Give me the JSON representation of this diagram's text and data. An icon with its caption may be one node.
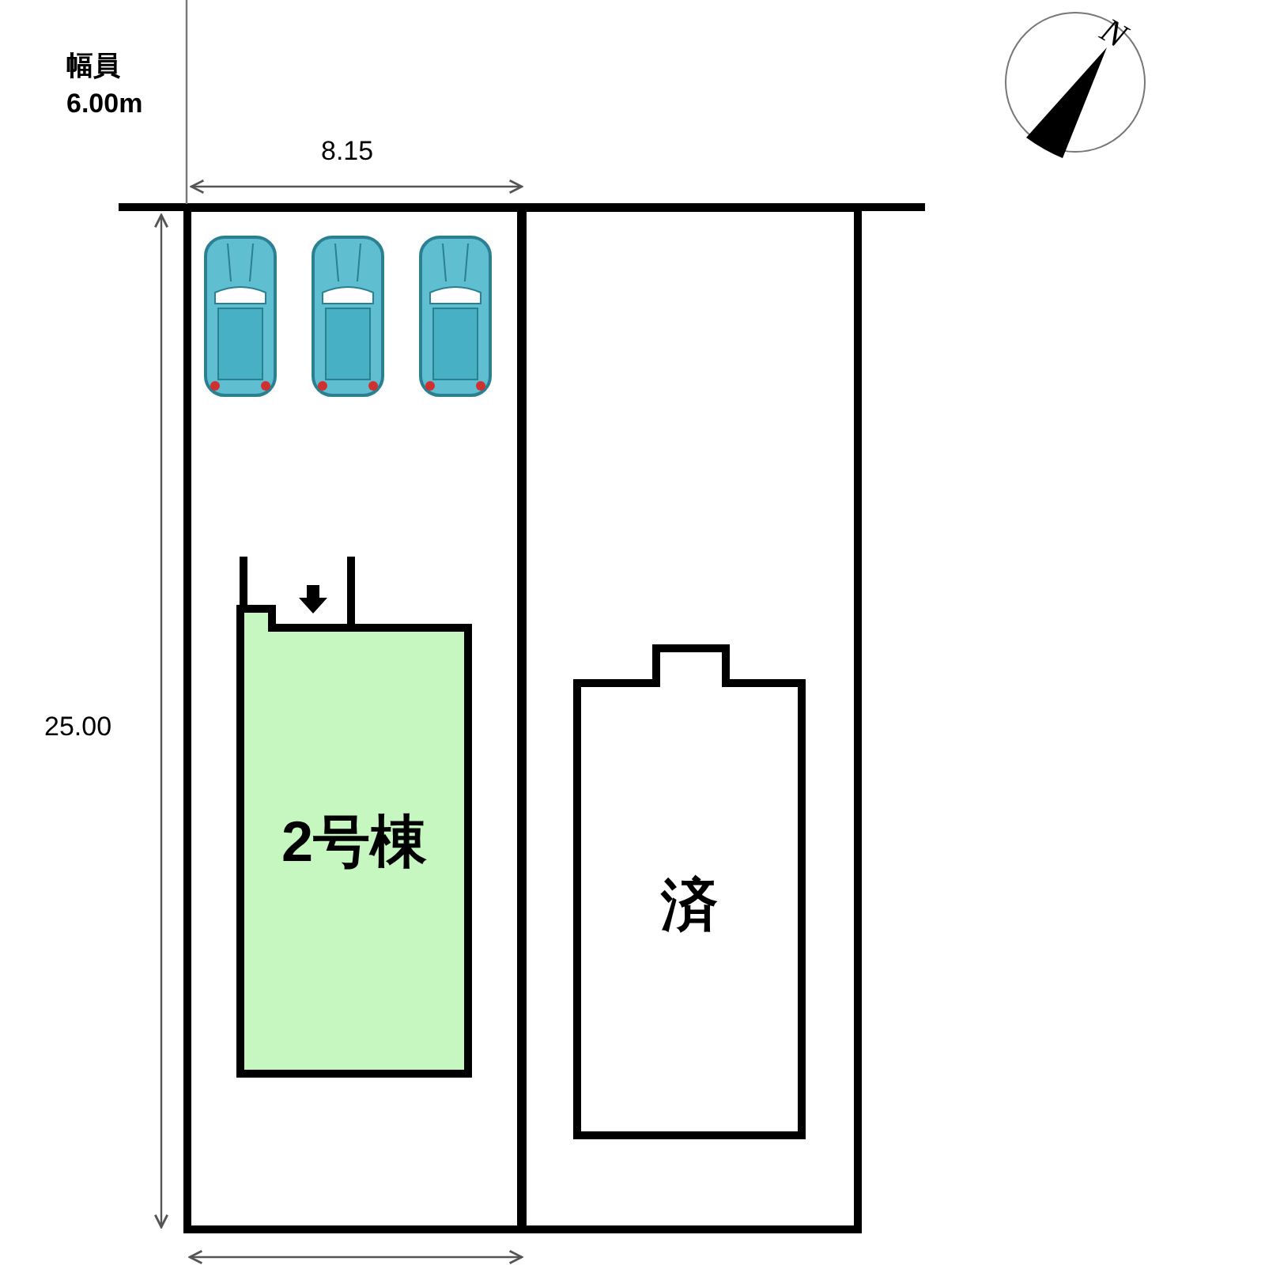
{
  "diagram": {
    "nodes": [
      {
        "text": [],
        "shape": "box"
      },
      {
        "text": [
          "2号棟"
        ],
        "in": 0
      },
      {
        "text": [],
        "shape": "box"
      },
      {
        "text": [
          "済"
        ],
        "in": 2
      }
    ],
    "labels": [
      "幅員 6.00m",
      "8.15",
      "25.00",
      "N"
    ]
  }
}
